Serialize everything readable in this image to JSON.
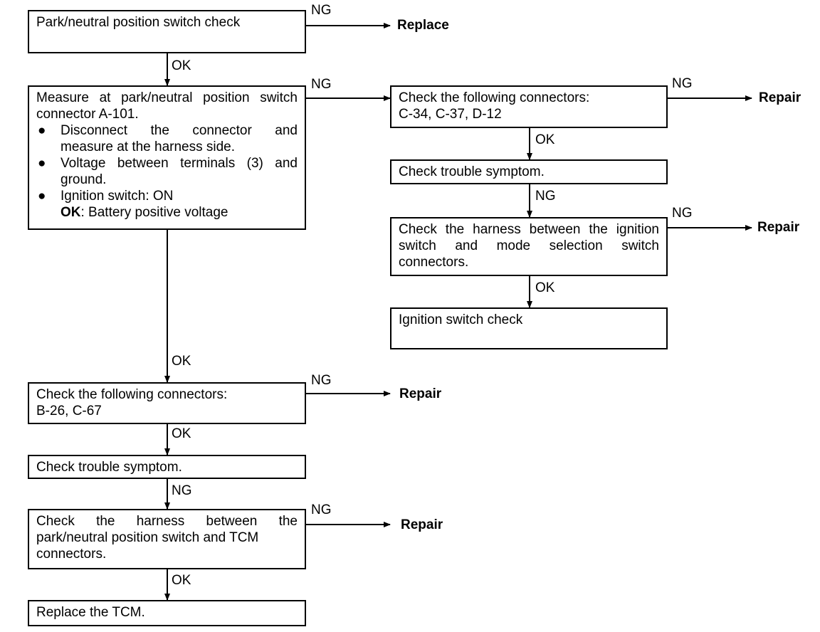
{
  "boxes": {
    "b1": {
      "lines": [
        "Park/neutral position switch check"
      ]
    },
    "b2": {
      "l1": "Measure at park/neutral position switch",
      "l2": "connector A-101.",
      "bullet": "●",
      "bullet1_l1": "Disconnect the connector and",
      "bullet1_l2": "measure at the harness side.",
      "bullet2_l1": "Voltage between terminals (3) and",
      "bullet2_l2": "ground.",
      "bullet3_l1": "Ignition switch: ON",
      "ok_prefix": "OK",
      "ok_text": ": Battery positive voltage"
    },
    "b3": {
      "l1": "Check the following connectors:",
      "l2": "B-26, C-67"
    },
    "b4": {
      "l1": "Check trouble symptom."
    },
    "b5": {
      "l1": "Check the harness between the",
      "l2": "park/neutral position switch and TCM",
      "l3": "connectors."
    },
    "b6": {
      "l1": "Replace the TCM."
    },
    "r1": {
      "l1": "Check the following connectors:",
      "l2": "C-34, C-37, D-12"
    },
    "r2": {
      "l1": "Check trouble symptom."
    },
    "r3": {
      "l1": "Check the harness between the ignition",
      "l2": "switch and mode selection switch",
      "l3": "connectors."
    },
    "r4": {
      "l1": "Ignition switch check"
    }
  },
  "labels": {
    "ok": "OK",
    "ng": "NG"
  },
  "actions": {
    "replace": "Replace",
    "repair": "Repair"
  }
}
